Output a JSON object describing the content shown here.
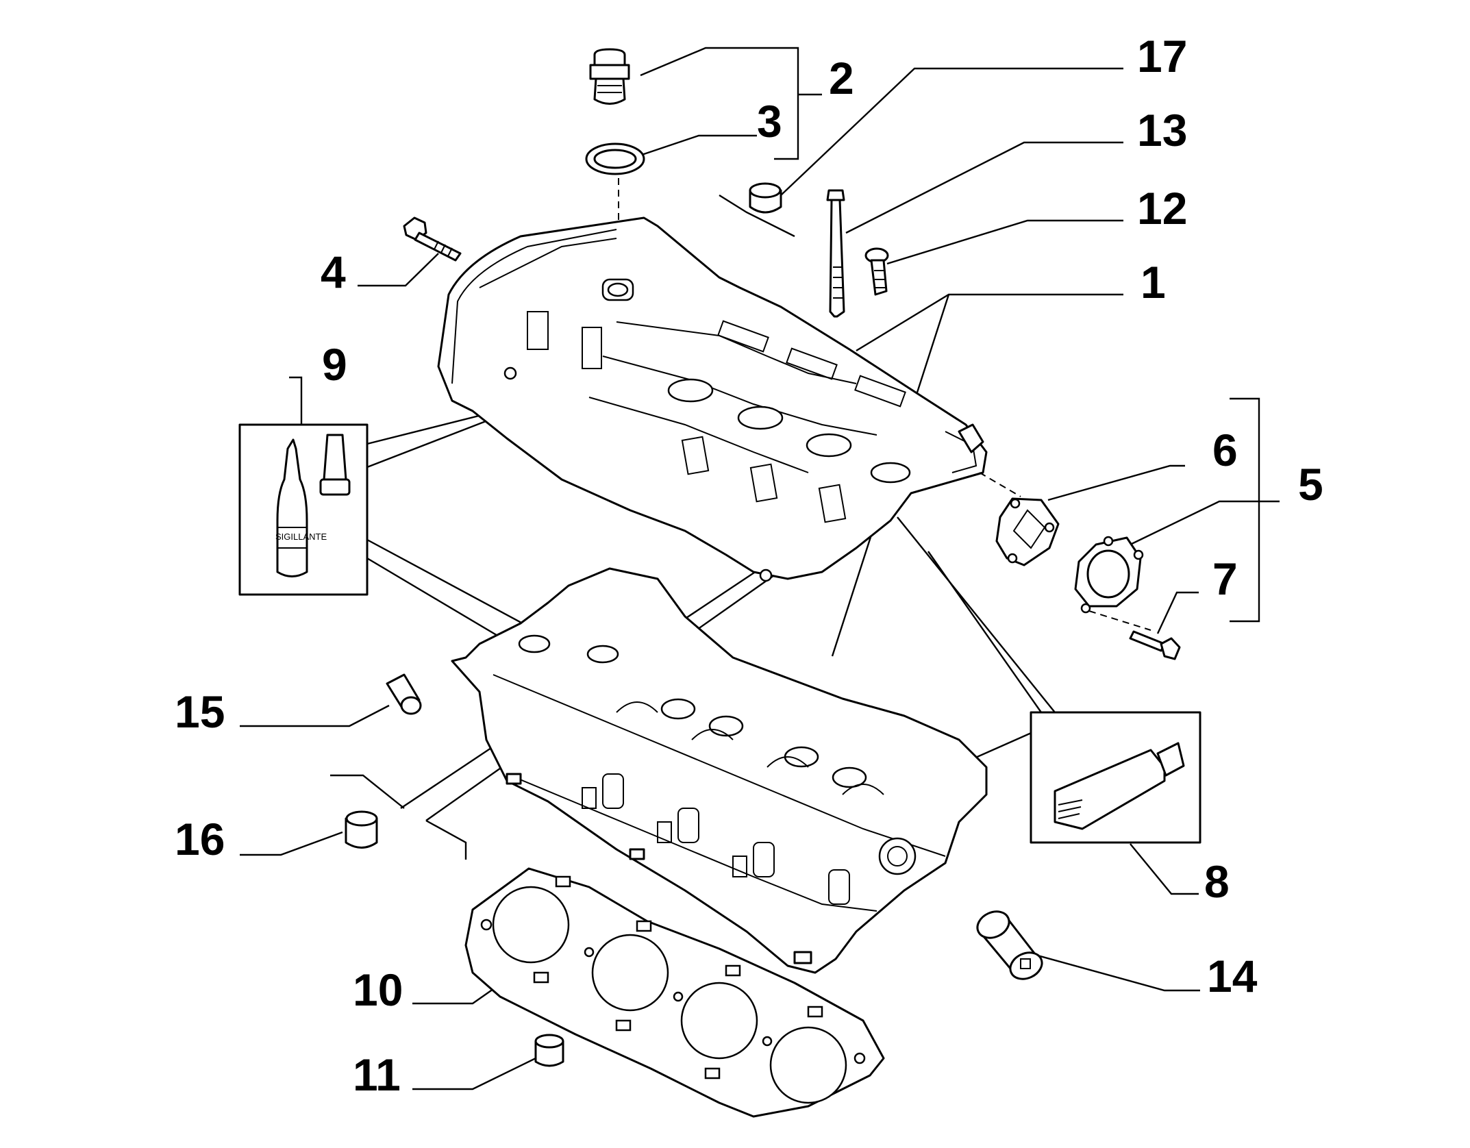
{
  "diagram": {
    "callouts": {
      "p1": "1",
      "p2": "2",
      "p3": "3",
      "p4": "4",
      "p5": "5",
      "p6": "6",
      "p7": "7",
      "p8": "8",
      "p9": "9",
      "p10": "10",
      "p11": "11",
      "p12": "12",
      "p13": "13",
      "p14": "14",
      "p15": "15",
      "p16": "16",
      "p17": "17"
    },
    "bottle_label": "SIGILLANTE"
  }
}
